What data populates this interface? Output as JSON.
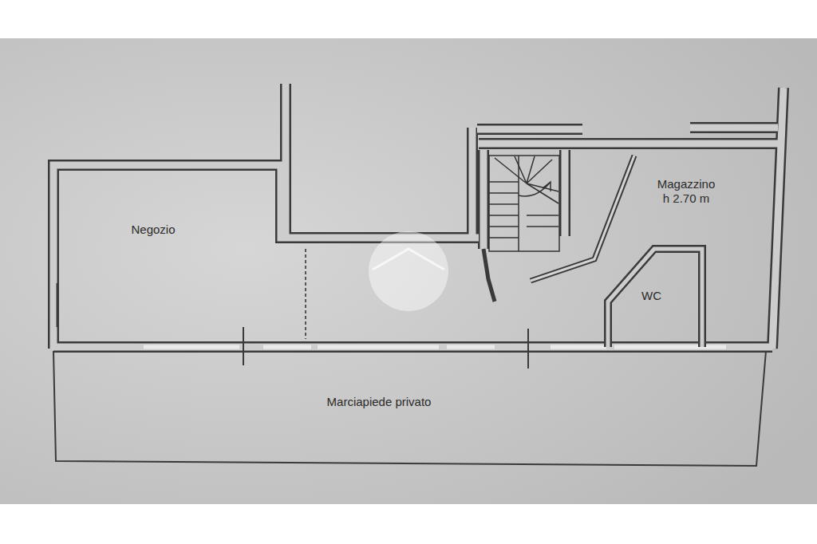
{
  "diagram": {
    "nodes": [
      {
        "text": [
          "Negozio"
        ]
      },
      {
        "text": [
          "Magazzino",
          "h 2.70 m"
        ]
      },
      {
        "text": [
          "WC"
        ],
        "in": 1
      },
      {
        "text": [
          "Marciapiede privato"
        ]
      }
    ]
  }
}
